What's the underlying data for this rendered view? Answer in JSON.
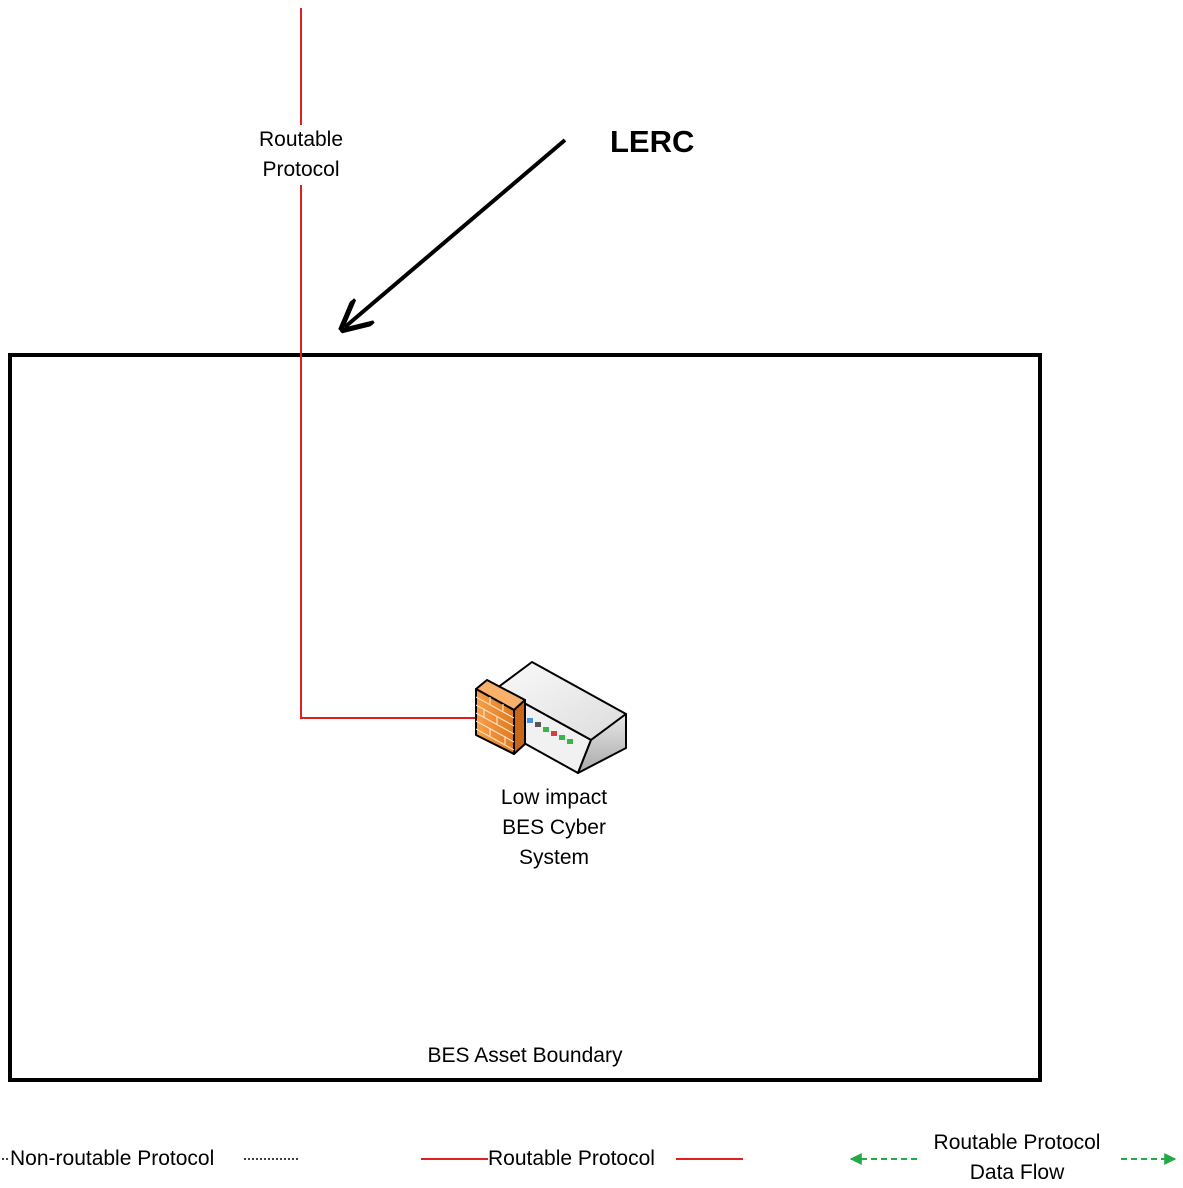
{
  "diagram": {
    "lerc_label": "LERC",
    "top_link_label": [
      "Routable",
      "Protocol"
    ],
    "device_label": [
      "Low impact",
      "BES Cyber",
      "System"
    ],
    "boundary_label": "BES Asset Boundary",
    "device_icon": "firewall-server-icon"
  },
  "legend": {
    "non_routable": "Non-routable Protocol",
    "routable": "Routable Protocol",
    "data_flow": [
      "Routable Protocol",
      "Data Flow"
    ]
  },
  "colors": {
    "routable_line": "#e02020",
    "data_flow": "#22aa44",
    "boundary": "#000000",
    "firewall": "#f08a2e"
  }
}
